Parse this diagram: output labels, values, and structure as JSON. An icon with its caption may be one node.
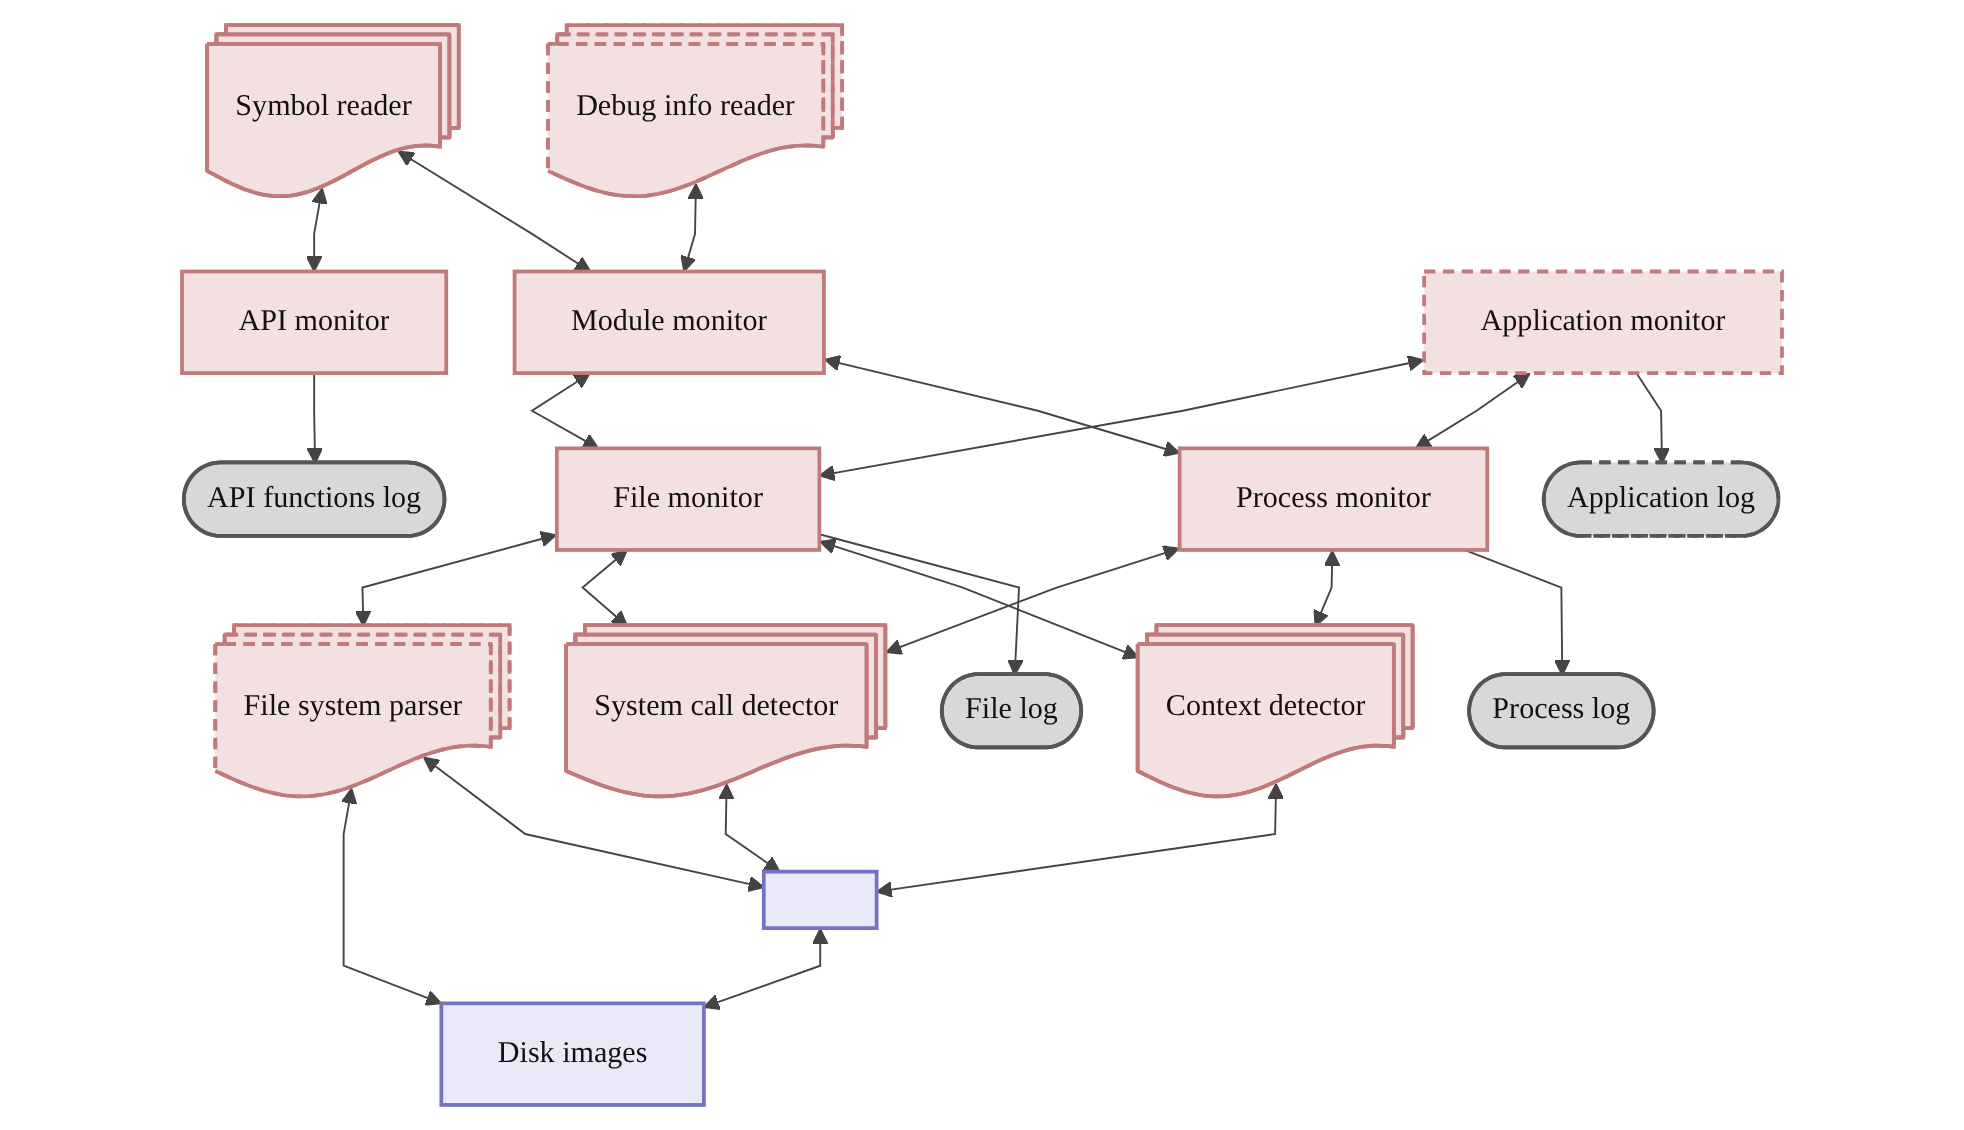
{
  "diagram": {
    "nodes": [
      {
        "text": [
          "Debug info reader"
        ]
      },
      {
        "text": [
          "Symbol reader"
        ]
      },
      {
        "text": [
          "API monitor"
        ]
      },
      {
        "text": [
          "API functions log"
        ]
      },
      {
        "text": [
          "Module monitor"
        ]
      },
      {
        "text": [
          "Application monitor"
        ]
      },
      {
        "text": [
          "Application log"
        ]
      },
      {
        "text": [
          "Process log"
        ]
      },
      {
        "text": [
          "Process monitor"
        ]
      },
      {
        "text": [
          "File monitor"
        ]
      },
      {
        "text": [
          "File log"
        ]
      },
      {
        "text": [
          "Context detector"
        ]
      },
      {
        "text": [
          "System call detector"
        ]
      },
      {
        "text": [
          "File system parser"
        ]
      },
      {
        "text": [],
        "shape": "box"
      },
      {
        "text": [
          "Disk images"
        ]
      }
    ],
    "edges": [
      {
        "from": 0,
        "to": 4,
        "arrow": "both"
      },
      {
        "from": 1,
        "to": 4,
        "arrow": "both"
      },
      {
        "from": 1,
        "to": 2,
        "arrow": "both"
      },
      {
        "from": 2,
        "to": 3,
        "arrow": "to"
      },
      {
        "from": 5,
        "to": 6,
        "arrow": "to"
      },
      {
        "from": 4,
        "to": 8,
        "arrow": "both"
      },
      {
        "from": 4,
        "to": 9,
        "arrow": "both"
      },
      {
        "from": 5,
        "to": 8,
        "arrow": "both"
      },
      {
        "from": 5,
        "to": 9,
        "arrow": "both"
      },
      {
        "from": 8,
        "to": 7,
        "arrow": "to"
      },
      {
        "from": 9,
        "to": 10,
        "arrow": "to"
      },
      {
        "from": 8,
        "to": 11,
        "arrow": "both"
      },
      {
        "from": 8,
        "to": 12,
        "arrow": "both"
      },
      {
        "from": 9,
        "to": 11,
        "arrow": "both"
      },
      {
        "from": 9,
        "to": 12,
        "arrow": "both"
      },
      {
        "from": 9,
        "to": 13,
        "arrow": "both"
      },
      {
        "from": 11,
        "to": 14,
        "arrow": "both"
      },
      {
        "from": 12,
        "to": 14,
        "arrow": "both"
      },
      {
        "from": 13,
        "to": 14,
        "arrow": "both"
      },
      {
        "from": 13,
        "to": 15,
        "arrow": "both"
      },
      {
        "from": 14,
        "to": 15,
        "arrow": "both"
      }
    ]
  }
}
